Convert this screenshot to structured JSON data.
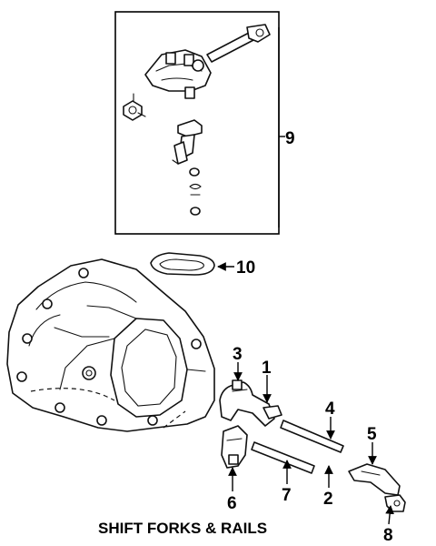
{
  "title": "SHIFT FORKS & RAILS",
  "callouts": {
    "c1": "1",
    "c2": "2",
    "c3": "3",
    "c4": "4",
    "c5": "5",
    "c6": "6",
    "c7": "7",
    "c8": "8",
    "c9": "9",
    "c10": "10"
  },
  "colors": {
    "line": "#111111",
    "background": "#ffffff"
  }
}
